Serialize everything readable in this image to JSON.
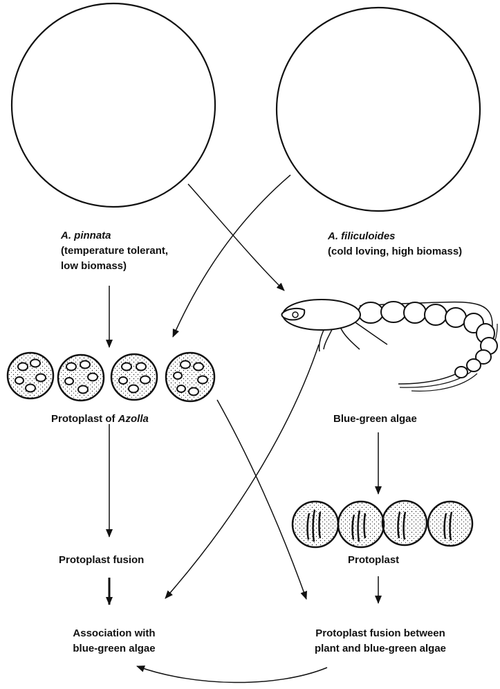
{
  "species_left": {
    "name": "A. pinnata",
    "line2": "(temperature tolerant,",
    "line3": "low biomass)"
  },
  "species_right": {
    "name": "A. filiculoides",
    "line2": "(cold loving, high biomass)"
  },
  "protoplast_azolla": {
    "prefix": "Protoplast of ",
    "name": "Azolla"
  },
  "blue_green_algae": "Blue-green algae",
  "protoplast_fusion": "Protoplast fusion",
  "protoplast_algae": "Protoplast",
  "association": {
    "line1": "Association with",
    "line2": "blue-green algae"
  },
  "fusion_between": {
    "line1": "Protoplast fusion between",
    "line2": "plant and blue-green algae"
  },
  "icons": [
    "empty-circle-icon",
    "azolla-protoplast-icon",
    "blue-green-algae-filament-icon",
    "algae-protoplast-icon",
    "arrow-icon"
  ]
}
